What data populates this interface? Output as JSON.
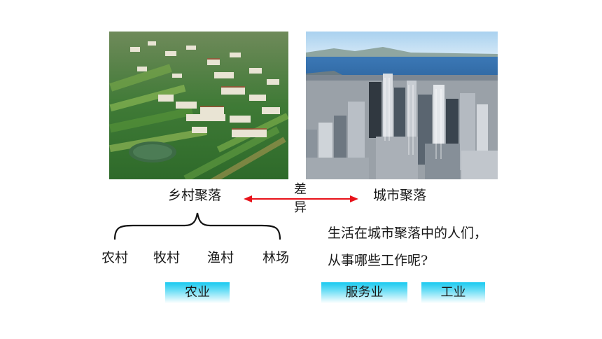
{
  "rural": {
    "caption": "乡村聚落",
    "types": [
      "农村",
      "牧村",
      "渔村",
      "林场"
    ],
    "category": "农业"
  },
  "city": {
    "caption": "城市聚落",
    "question_lines": [
      "生活在城市聚落中的人们，",
      "从事哪些工作呢?"
    ],
    "categories": [
      "服务业",
      "工业"
    ]
  },
  "difference": {
    "chars": [
      "差",
      "异"
    ]
  },
  "colors": {
    "arrow": "#e8121a",
    "tag": "#19c9f0"
  },
  "icons": {
    "arrow": "double-arrow-icon",
    "brace": "curly-brace-icon"
  }
}
